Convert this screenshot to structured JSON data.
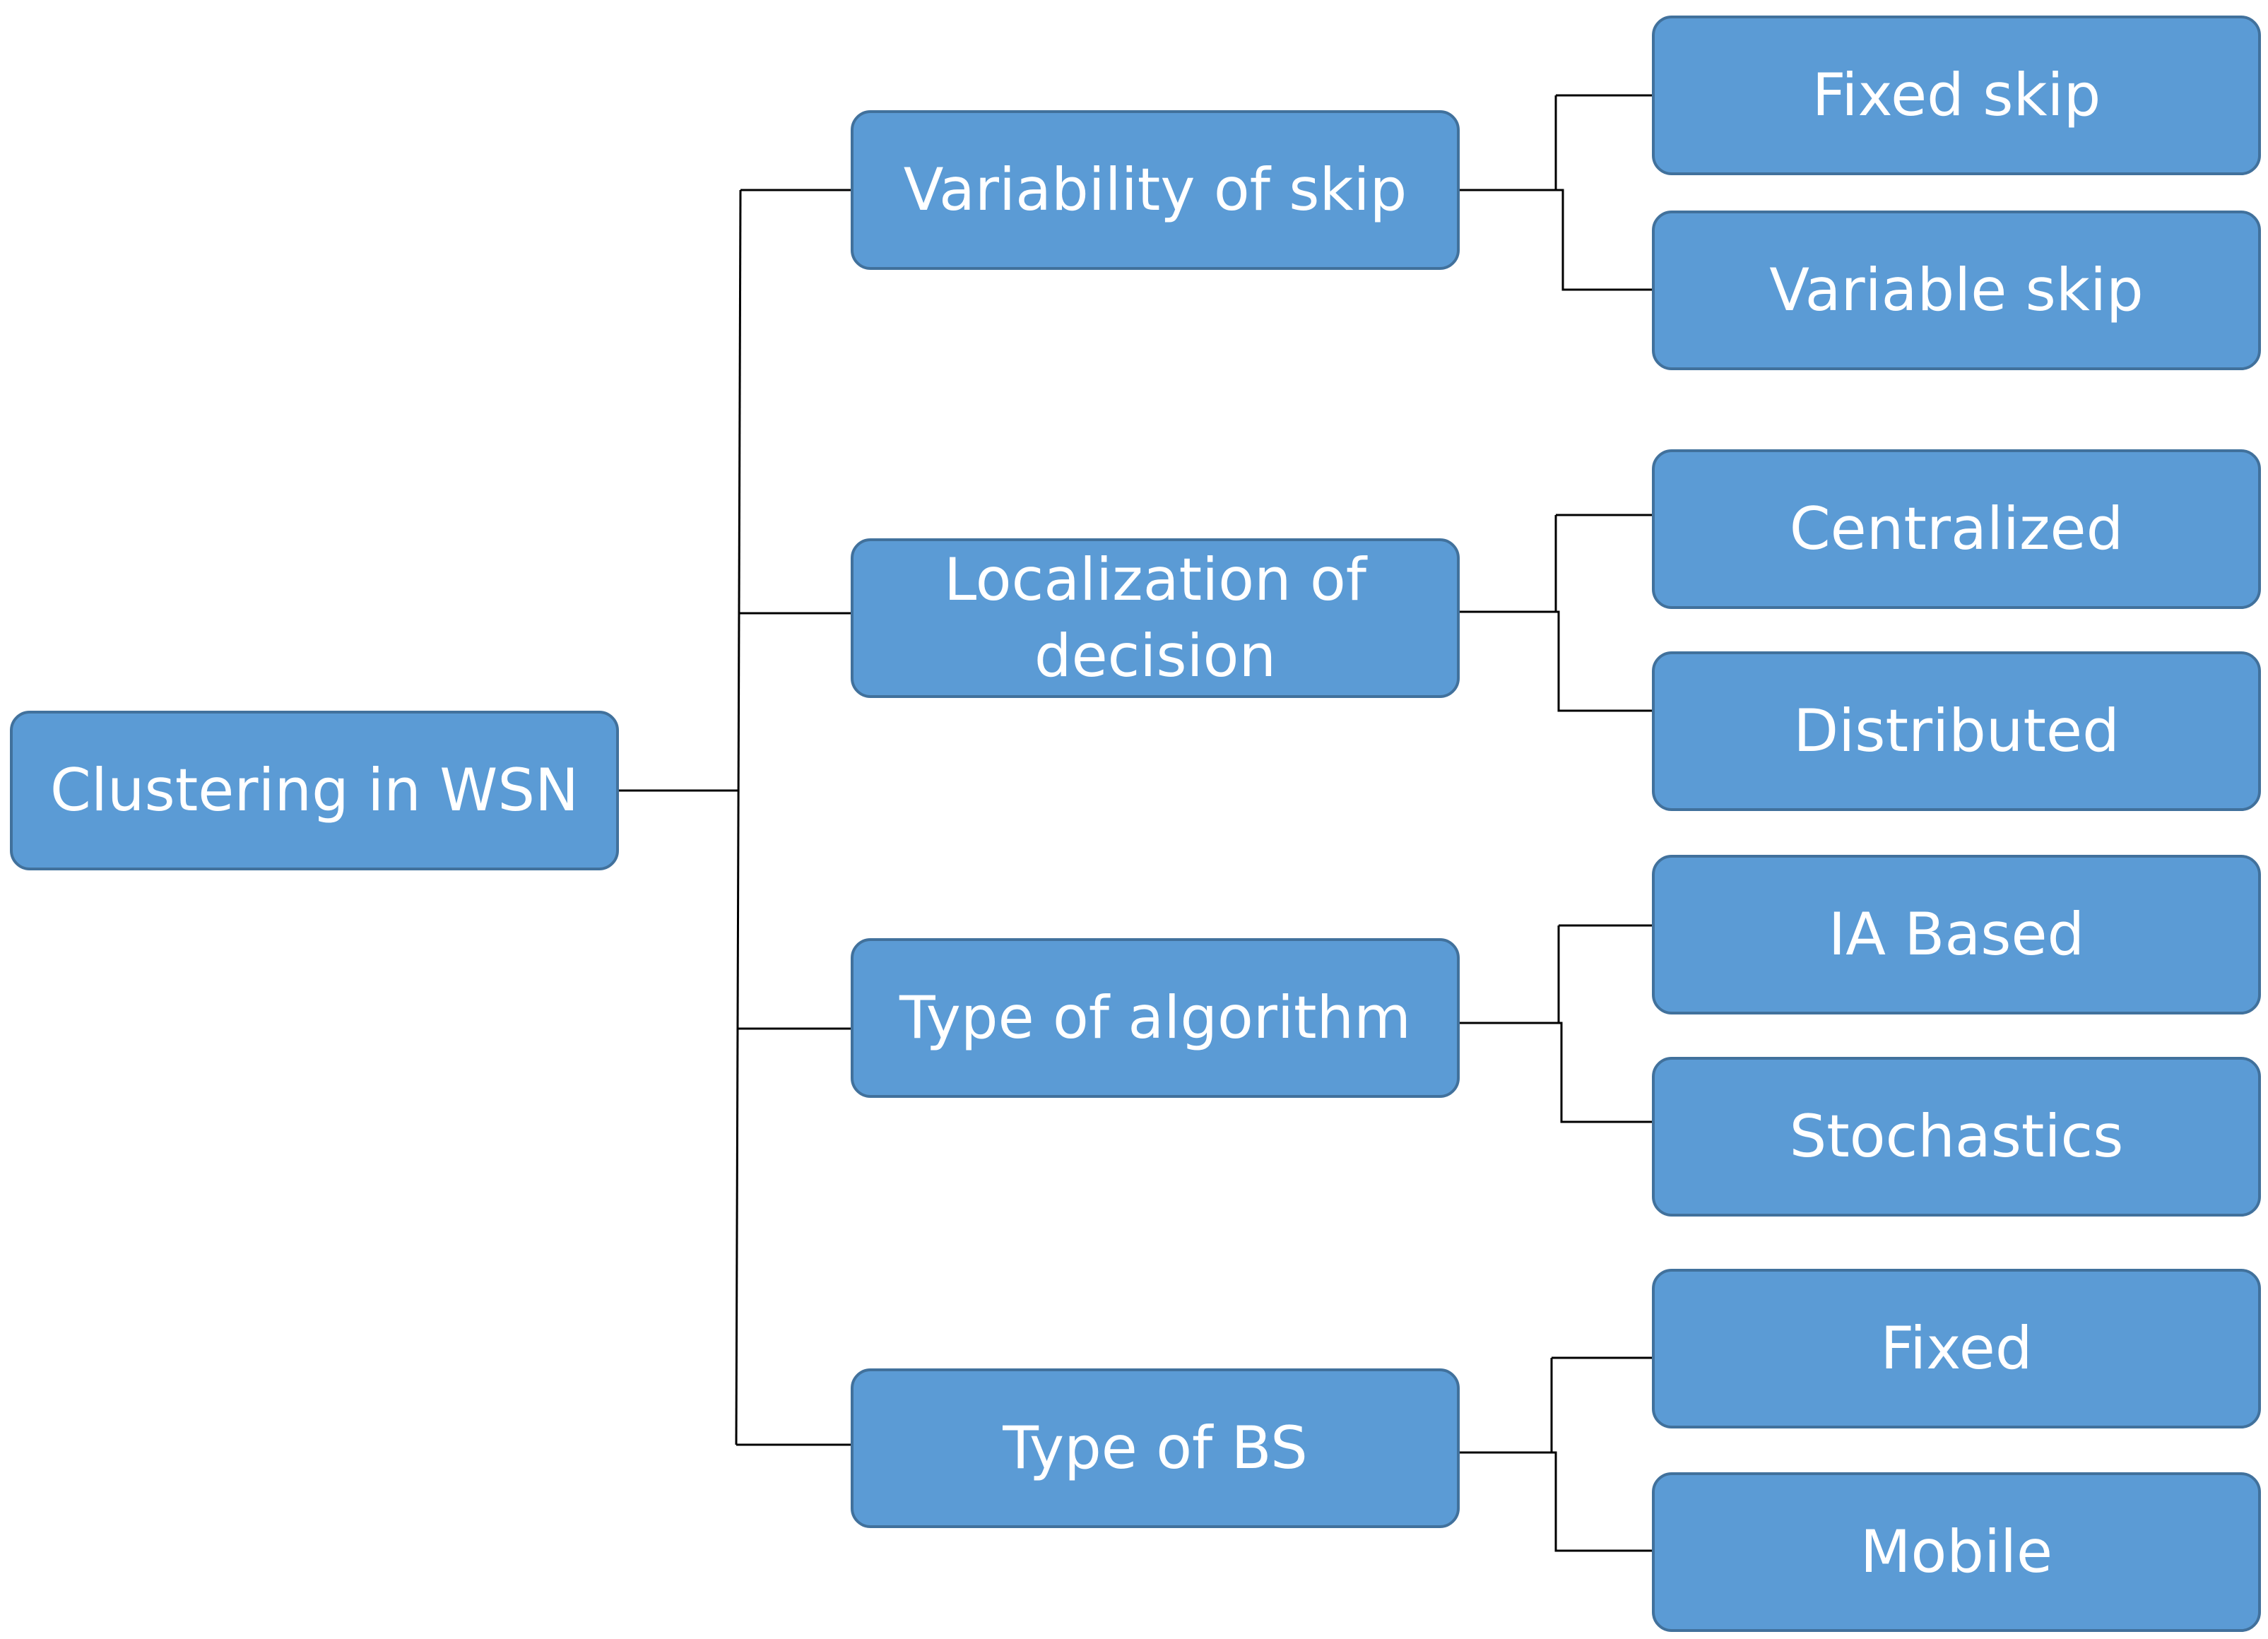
{
  "diagram": {
    "root": {
      "label": "Clustering in WSN"
    },
    "categories": [
      {
        "label": "Variability of skip"
      },
      {
        "label_line1": "Localization of",
        "label_line2": "decision"
      },
      {
        "label": "Type of algorithm"
      },
      {
        "label": "Type of BS"
      }
    ],
    "leaves": [
      {
        "label": "Fixed skip"
      },
      {
        "label": "Variable skip"
      },
      {
        "label": "Centralized"
      },
      {
        "label": "Distributed"
      },
      {
        "label": "IA Based"
      },
      {
        "label": "Stochastics"
      },
      {
        "label": "Fixed"
      },
      {
        "label": "Mobile"
      }
    ],
    "colors": {
      "node_fill": "#5b9bd5",
      "node_border": "#41719c",
      "text": "#ffffff",
      "connector": "#000000"
    }
  }
}
